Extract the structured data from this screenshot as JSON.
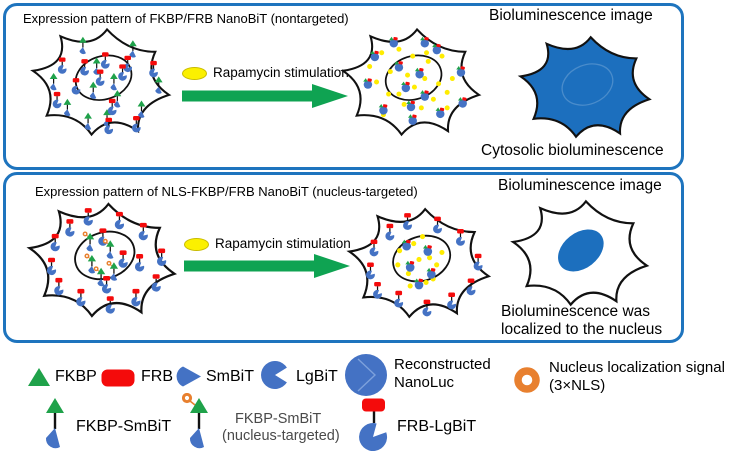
{
  "panel_top": {
    "title": "Expression pattern of FKBP/FRB NanoBiT (nontargeted)",
    "stimulation_label": "Rapamycin stimulation",
    "bioluminescence_title": "Bioluminescence image",
    "caption": "Cytosolic bioluminescence"
  },
  "panel_bottom": {
    "title": "Expression pattern of NLS-FKBP/FRB NanoBiT (nucleus-targeted)",
    "stimulation_label": "Rapamycin stimulation",
    "bioluminescence_title": "Bioluminescence image",
    "caption_line1": "Bioluminescence was",
    "caption_line2": "localized to the nucleus"
  },
  "legend": {
    "fkbp": "FKBP",
    "frb": "FRB",
    "smbit": "SmBiT",
    "lgbit": "LgBiT",
    "nanoluc_line1": "Reconstructed",
    "nanoluc_line2": "NanoLuc",
    "nls_line1": "Nucleus localization signal",
    "nls_line2": "(3×NLS)",
    "fkbp_smbit": "FKBP-SmBiT",
    "fkbp_smbit_nls_line1": "FKBP-SmBiT",
    "fkbp_smbit_nls_line2": "(nucleus-targeted)",
    "frb_lgbit": "FRB-LgBiT"
  },
  "colors": {
    "panel_border": "#1E74BE",
    "molecule_blue": "#4472C4",
    "bioluminescence_cell_blue": "#1C6FBE",
    "fkbp_green": "#1FA24A",
    "arrow_green": "#0FA352",
    "frb_red": "#F40B0B",
    "luminescence_yellow": "#FFEC00",
    "rapamycin_yellow": "#FBF000",
    "nls_orange": "#E8802F"
  }
}
